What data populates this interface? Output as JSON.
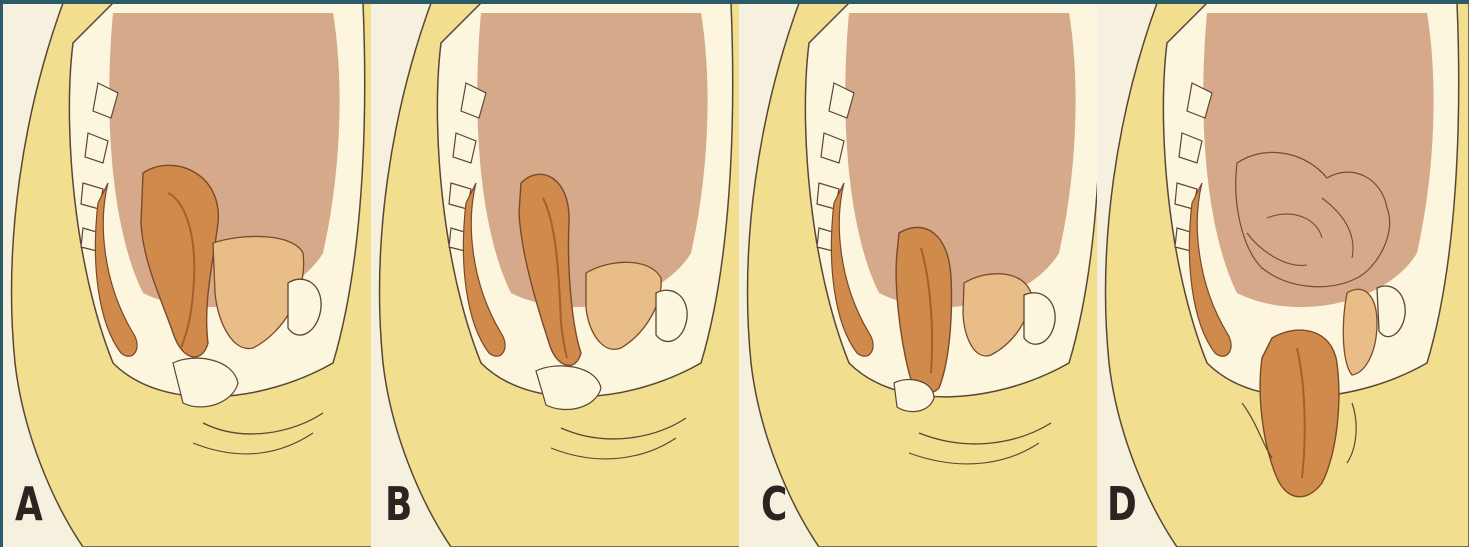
{
  "panels": [
    {
      "id": "A",
      "label": "A"
    },
    {
      "id": "B",
      "label": "B"
    },
    {
      "id": "C",
      "label": "C"
    },
    {
      "id": "D",
      "label": "D"
    }
  ],
  "colors": {
    "frame": "#2a5b66",
    "paper": "#f6f1de",
    "skin": "#f1de8e",
    "cavity": "#d6a98a",
    "bone": "#fbf6dd",
    "uterus": "#cf8a4c",
    "uterus_dark": "#a85e2e",
    "bladder": "#e9bd88",
    "outline": "#5b4636"
  },
  "icons": {
    "panel_image": "sagittal-pelvis-illustration"
  }
}
